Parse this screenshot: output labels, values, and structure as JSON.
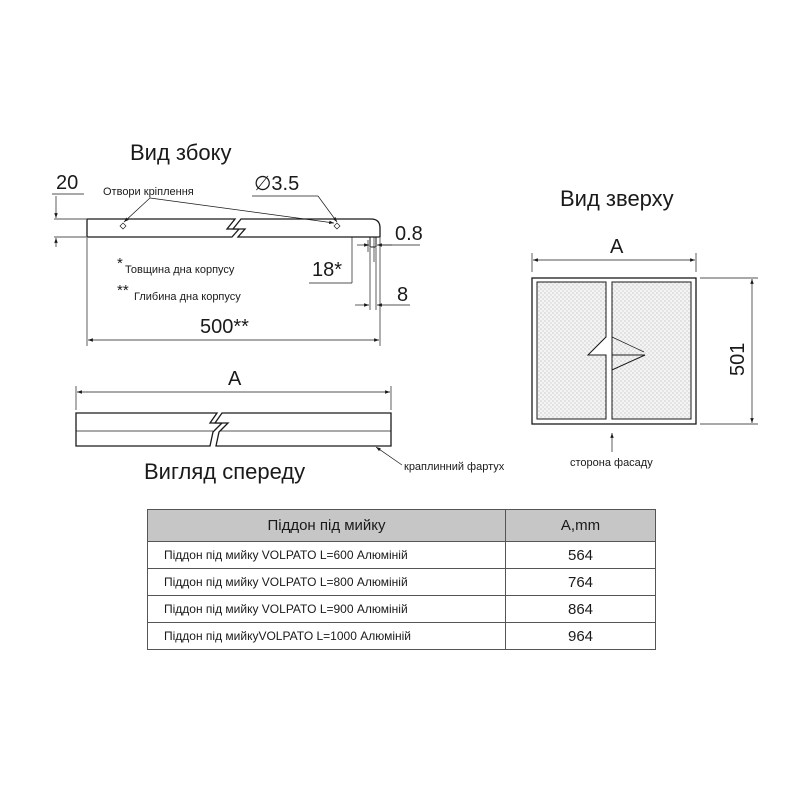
{
  "side_view": {
    "title": "Вид збоку",
    "dim_depth": "500**",
    "dim_hole_offset": "20",
    "dim_hole_diameter": "∅3.5",
    "dim_thickness": "18*",
    "dim_lip_gap": "0.8",
    "dim_lip_height": "8",
    "label_holes": "Отвори кріплення",
    "note_thickness_mark": "*",
    "note_thickness": "Товщина дна корпусу",
    "note_depth_mark": "**",
    "note_depth": "Глибина дна корпусу"
  },
  "front_view": {
    "title": "Вигляд спереду",
    "dim_width": "A",
    "label_lip": "краплинний фартух"
  },
  "top_view": {
    "title": "Вид зверху",
    "dim_width": "A",
    "dim_depth": "501",
    "label_front": "сторона фасаду"
  },
  "table": {
    "header_name": "Піддон під мийку",
    "header_value": "A,mm",
    "rows": [
      {
        "name": "Піддон під мийку VOLPATO L=600  Алюміній",
        "value": "564"
      },
      {
        "name": "Піддон під мийку VOLPATO L=800 Алюміній",
        "value": "764"
      },
      {
        "name": "Піддон під мийку VOLPATO L=900 Алюміній",
        "value": "864"
      },
      {
        "name": "Піддон під мийкуVOLPATO L=1000 Алюміній",
        "value": "964"
      }
    ]
  },
  "colors": {
    "line": "#1a1a1a",
    "table_header": "#c6c6c6",
    "table_border": "#555555",
    "panel_texture": "#d9d9d9"
  }
}
